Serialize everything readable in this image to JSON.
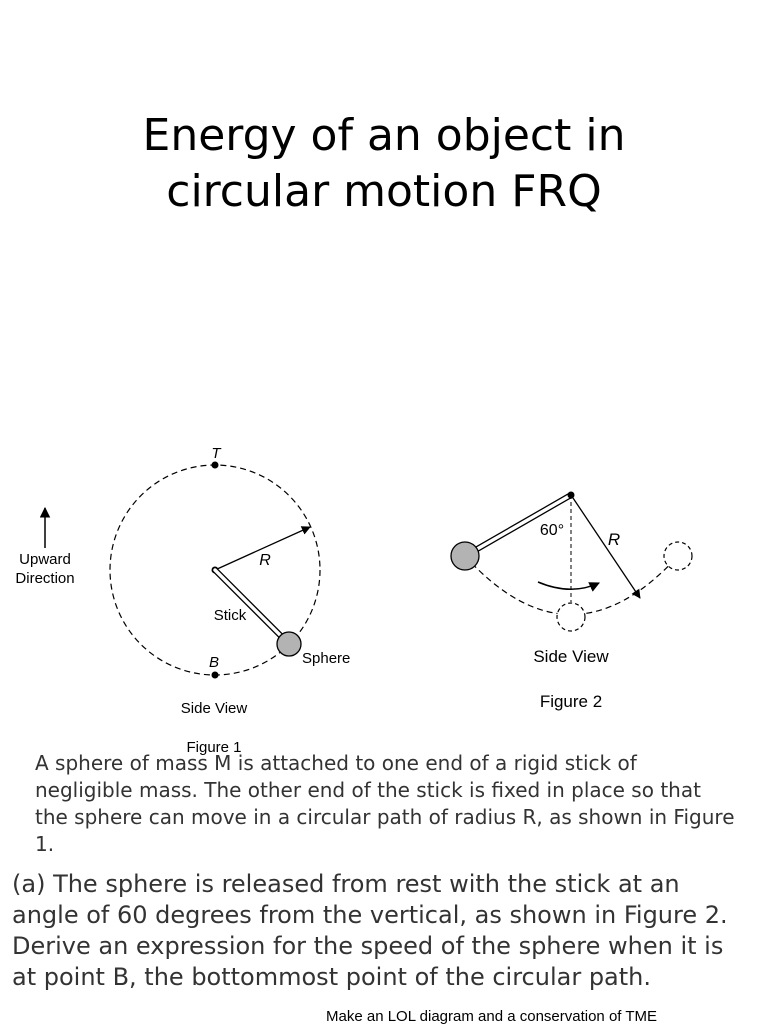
{
  "slide": {
    "title_line1": "Energy of an object in",
    "title_line2": "circular motion FRQ"
  },
  "figure1": {
    "top_label": "T",
    "bottom_label": "B",
    "radius_label": "R",
    "stick_label": "Stick",
    "sphere_label": "Sphere",
    "upward_label_line1": "Upward",
    "upward_label_line2": "Direction",
    "view_label": "Side View",
    "caption": "Figure 1"
  },
  "figure2": {
    "angle_label": "60°",
    "radius_label": "R",
    "view_label": "Side View",
    "caption": "Figure 2"
  },
  "text": {
    "description": "A sphere of mass M is attached to one end of a rigid stick of negligible mass. The other end of the stick is fixed in place so that the sphere can move in a circular path of radius R, as shown in Figure 1.",
    "part_a": "(a) The sphere is released from rest with the stick at an angle of 60 degrees from the vertical, as shown in Figure 2. Derive an expression for the speed of the sphere when it is at point B, the bottommost point of the circular path.",
    "note": "Make an LOL diagram and a conservation of TME"
  },
  "colors": {
    "sphere_fill": "#b3b3b3",
    "body_text": "#333333"
  }
}
